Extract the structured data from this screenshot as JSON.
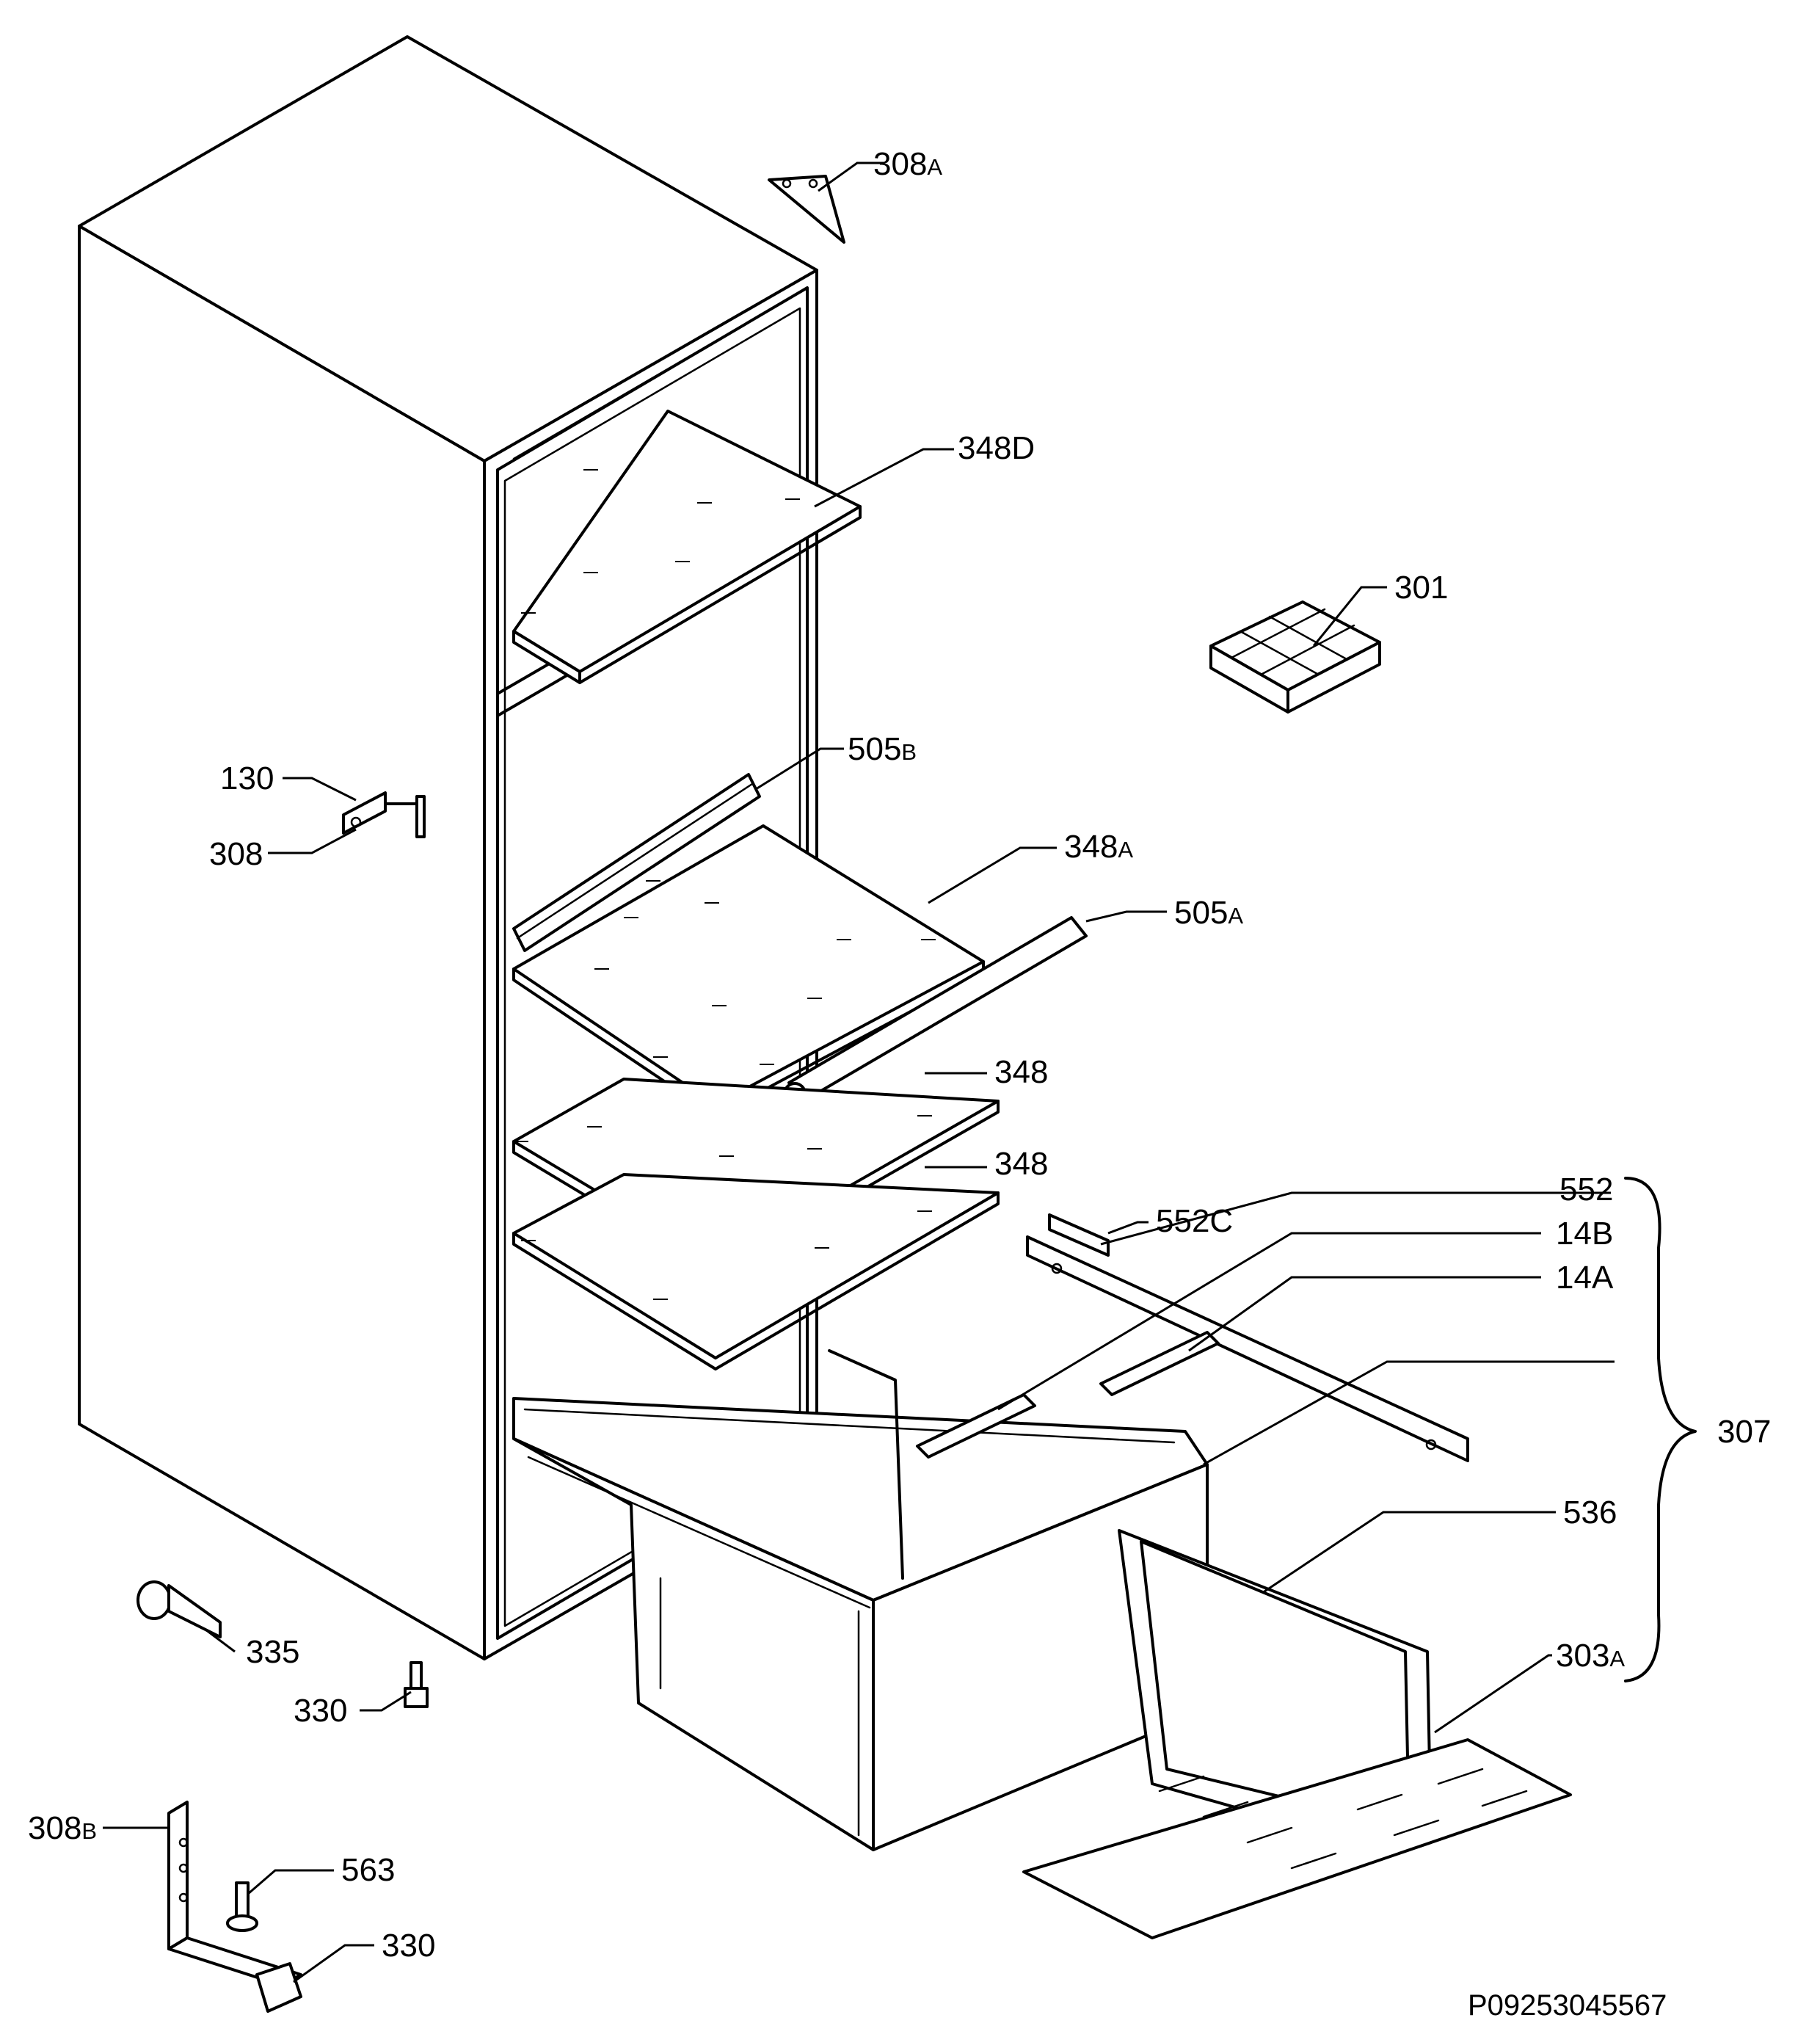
{
  "labels": {
    "l308A": "308",
    "l308A_sub": "A",
    "l348D": "348D",
    "l301": "301",
    "l505B": "505",
    "l505B_sub": "B",
    "l130": "130",
    "l308": "308",
    "l348A": "348",
    "l348A_sub": "A",
    "l505A": "505",
    "l505A_sub": "A",
    "l348_1": "348",
    "l348_2": "348",
    "l552": "552",
    "l552C": "552C",
    "l14B": "14B",
    "l14A": "14A",
    "l307": "307",
    "l536": "536",
    "l303A": "303",
    "l303A_sub": "A",
    "l335": "335",
    "l330_1": "330",
    "l308B": "308",
    "l308B_sub": "B",
    "l563": "563",
    "l330_2": "330"
  },
  "drawing_code": "P09253045567"
}
